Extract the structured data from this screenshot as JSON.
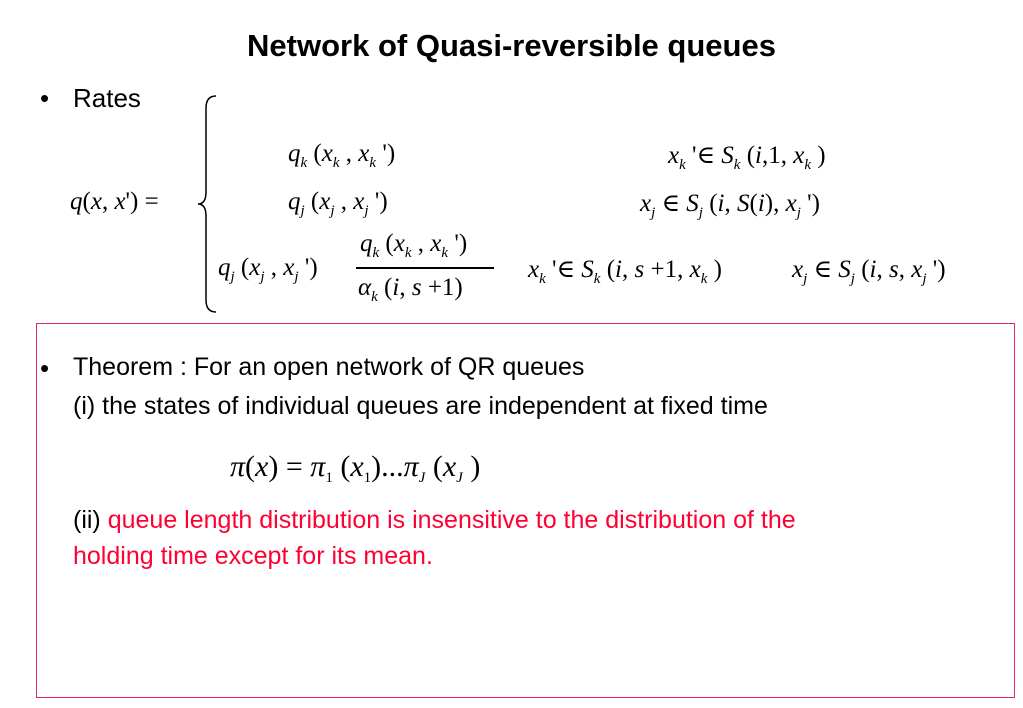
{
  "slide": {
    "title": "Network of Quasi-reversible queues",
    "bullet1": "Rates",
    "bullet2_line1": "Theorem : For an open network of QR queues",
    "bullet2_line2": "(i) the states of individual queues are independent at fixed time",
    "item2_prefix": "(ii) ",
    "item2_red_line1": "queue length distribution is insensitive to the distribution of the",
    "item2_red_line2": "holding time except for its mean.",
    "bullet_symbol": "•",
    "accent_red": "#ff0033",
    "box_border": "#e0285a"
  }
}
